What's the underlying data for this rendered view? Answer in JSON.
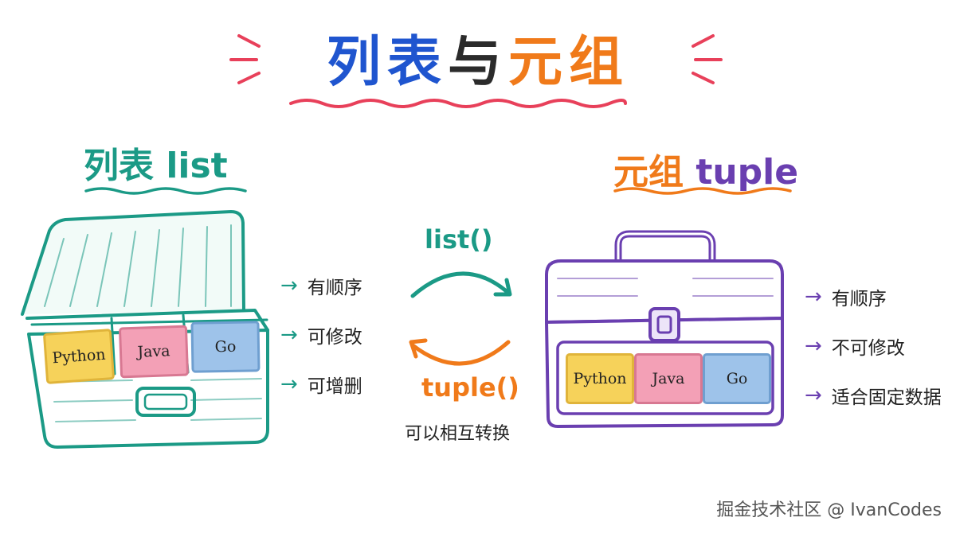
{
  "title": {
    "part1": "列表",
    "part2": "与",
    "part3": "元组"
  },
  "list_section": {
    "title": "列表 list",
    "cards": [
      "Python",
      "Java",
      "Go"
    ],
    "features": [
      "有顺序",
      "可修改",
      "可增删"
    ]
  },
  "tuple_section": {
    "title_cn": "元组",
    "title_en": "tuple",
    "cards": [
      "Python",
      "Java",
      "Go"
    ],
    "features": [
      "有顺序",
      "不可修改",
      "适合固定数据"
    ]
  },
  "conversion": {
    "to_list": "list()",
    "to_tuple": "tuple()",
    "caption": "可以相互转换"
  },
  "watermark": "掘金技术社区 @ IvanCodes",
  "colors": {
    "title_blue": "#1f55cf",
    "orange": "#f07a1a",
    "teal": "#1b9a86",
    "purple": "#6a3fb0",
    "red_accent": "#e8405a",
    "python_card": "#f6d25a",
    "java_card": "#f3a0b6",
    "go_card": "#9ec3ea"
  }
}
